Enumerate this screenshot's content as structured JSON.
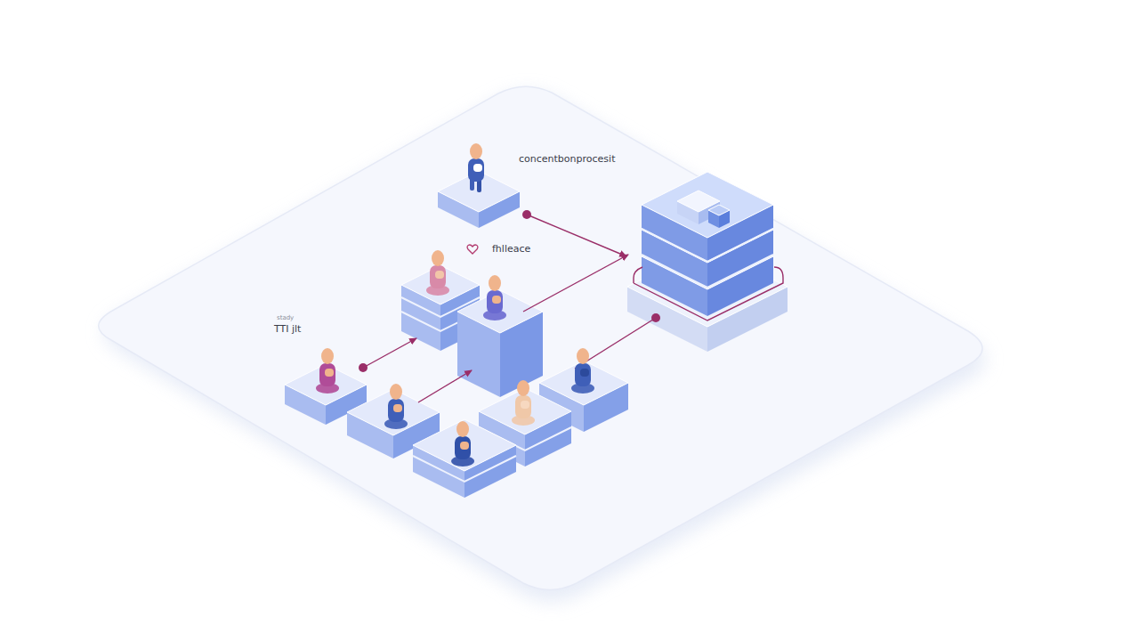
{
  "diagram": {
    "labels": [
      "concentbonprocesit",
      "fhlleace",
      "stady",
      "TTI jlt"
    ]
  }
}
